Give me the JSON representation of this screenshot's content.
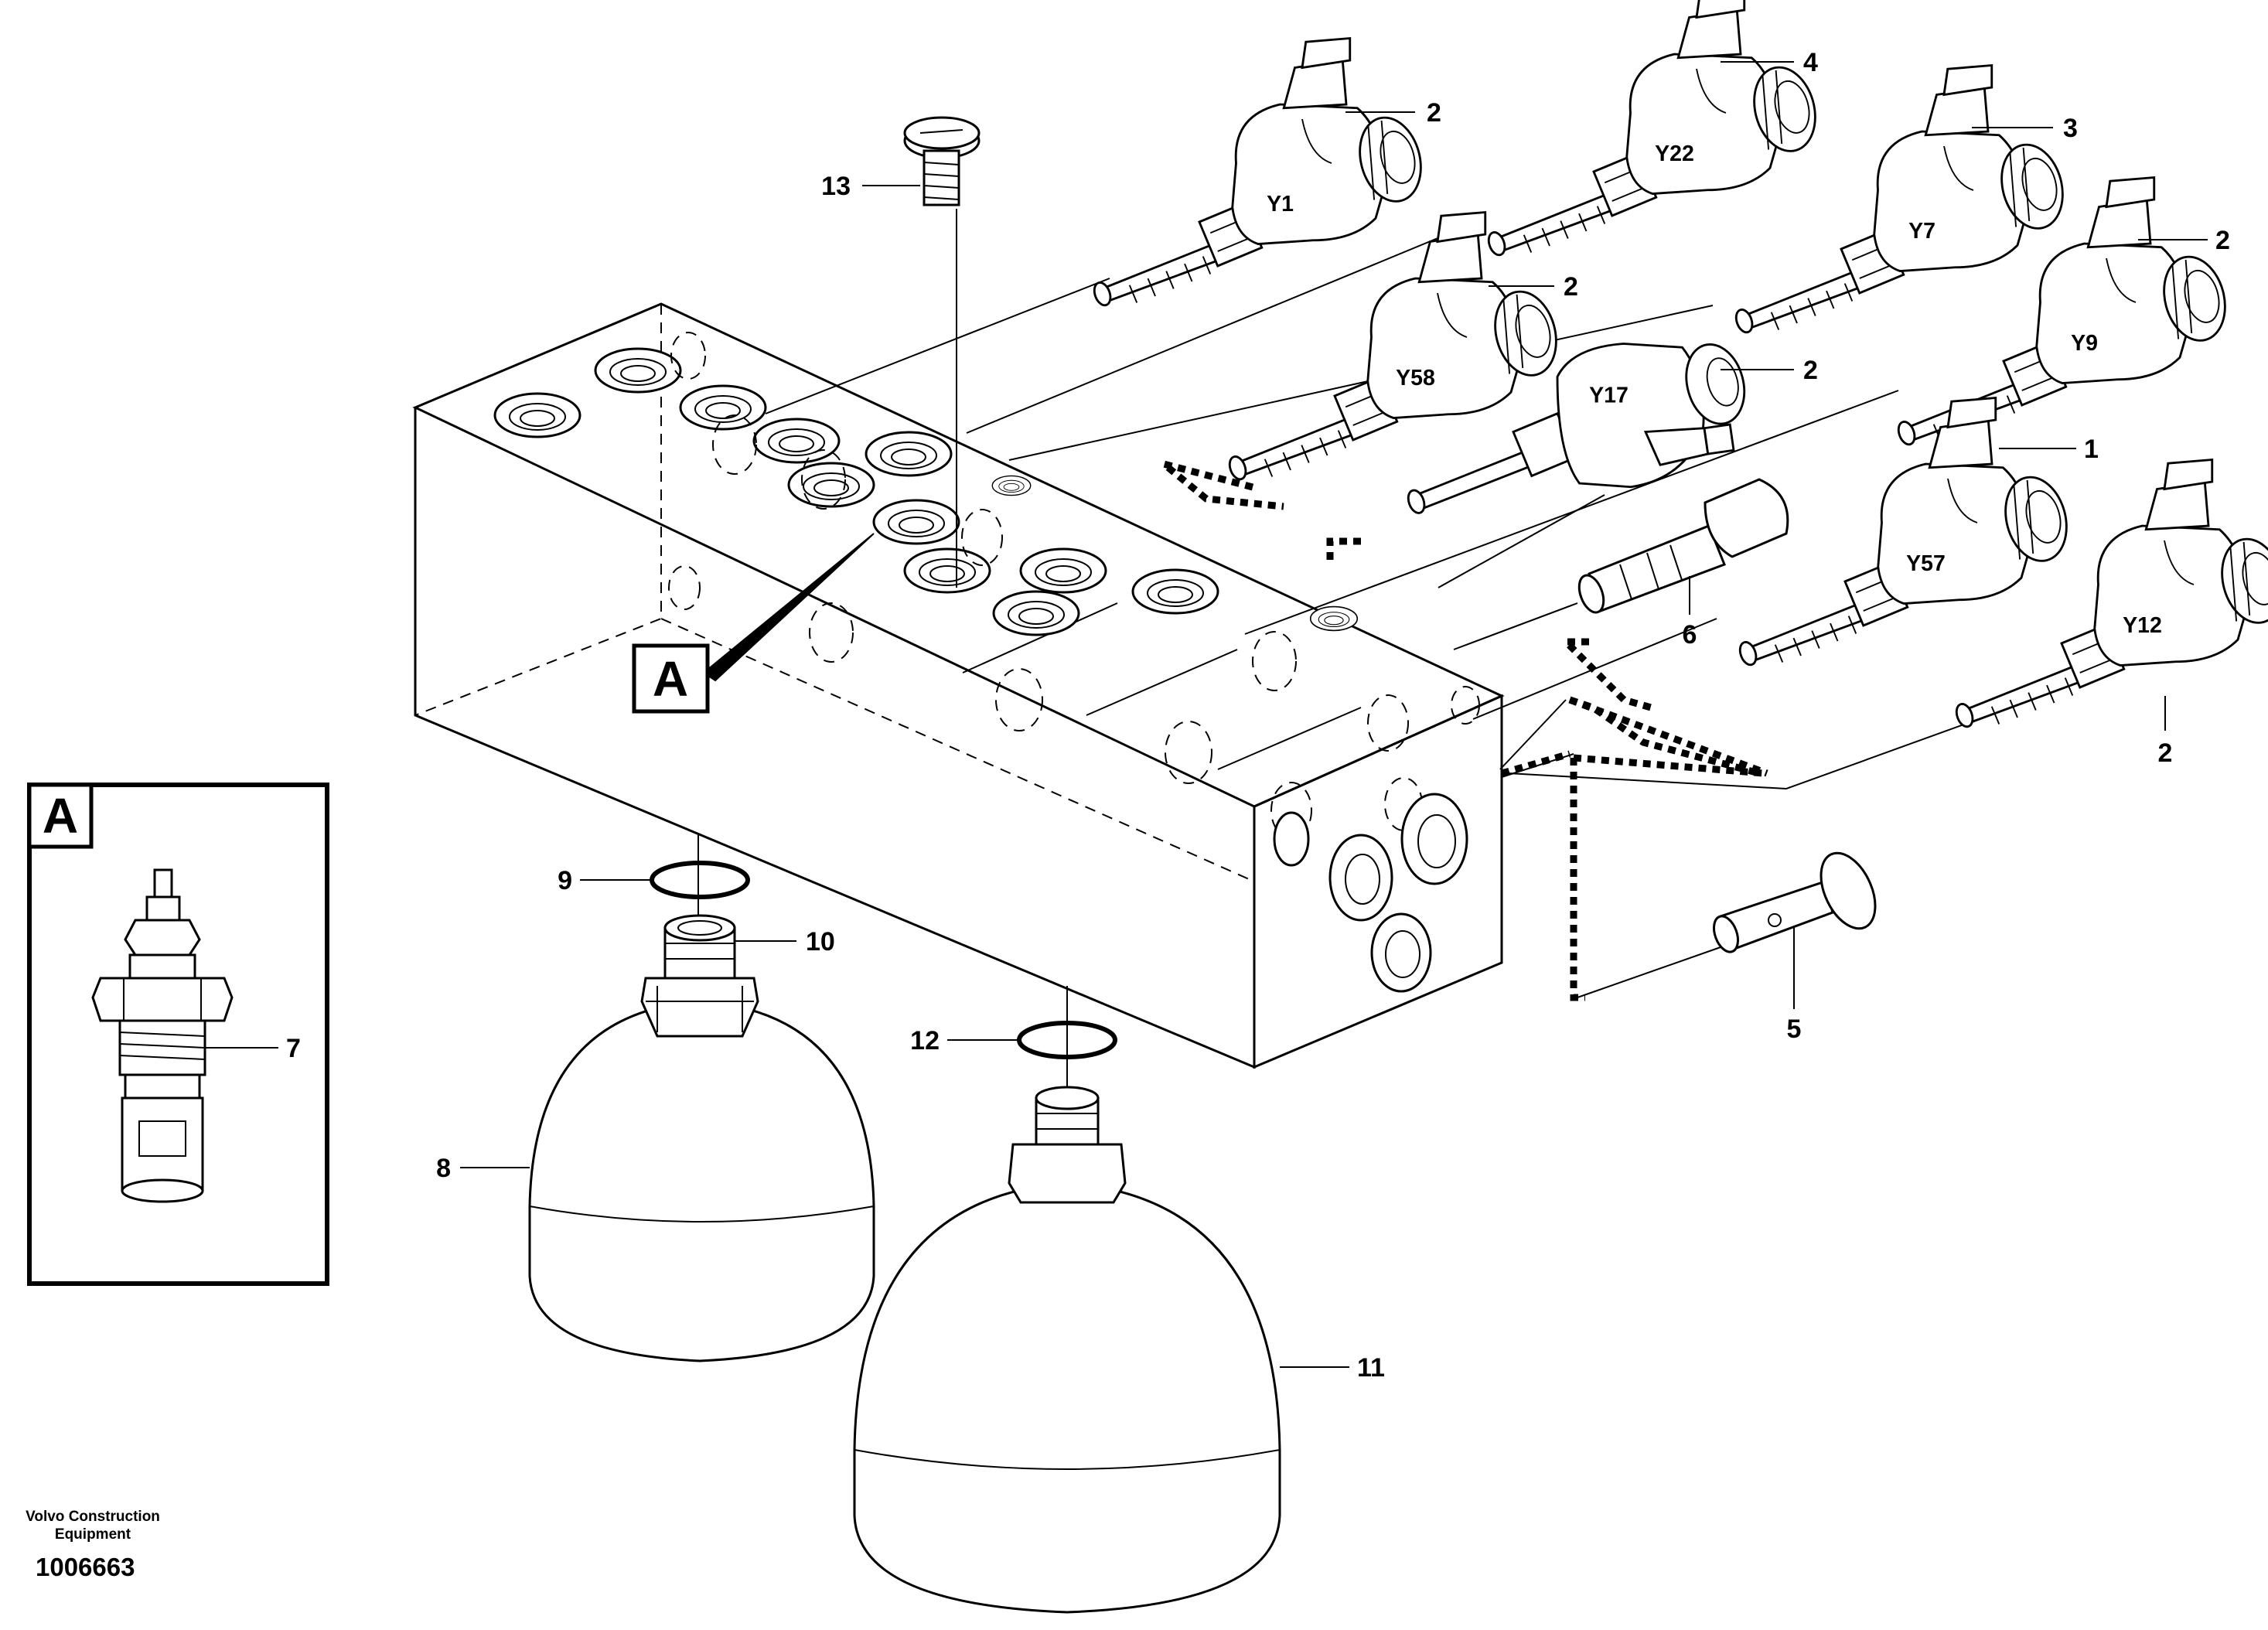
{
  "footer": {
    "brand_line1": "Volvo Construction",
    "brand_line2": "Equipment",
    "drawing_number": "1006663"
  },
  "detail": {
    "letter": "A"
  },
  "solenoids": [
    {
      "code": "Y1",
      "callout": "2"
    },
    {
      "code": "Y22",
      "callout": "4"
    },
    {
      "code": "Y7",
      "callout": "3"
    },
    {
      "code": "Y9",
      "callout": "2"
    },
    {
      "code": "Y58",
      "callout": "2"
    },
    {
      "code": "Y17",
      "callout": "2"
    },
    {
      "code": "Y57",
      "callout": "1"
    },
    {
      "code": "Y12",
      "callout": "2"
    }
  ],
  "callouts": {
    "plug": "13",
    "cartridge": "6",
    "valve": "5",
    "detail_cartridge": "7",
    "accumulator_small": "8",
    "oring_small": "9",
    "nipple_small": "10",
    "accumulator_large": "11",
    "oring_large": "12"
  },
  "icons": {
    "solenoid": "solenoid-valve-icon",
    "accumulator": "accumulator-icon",
    "manifold": "valve-block-icon"
  }
}
